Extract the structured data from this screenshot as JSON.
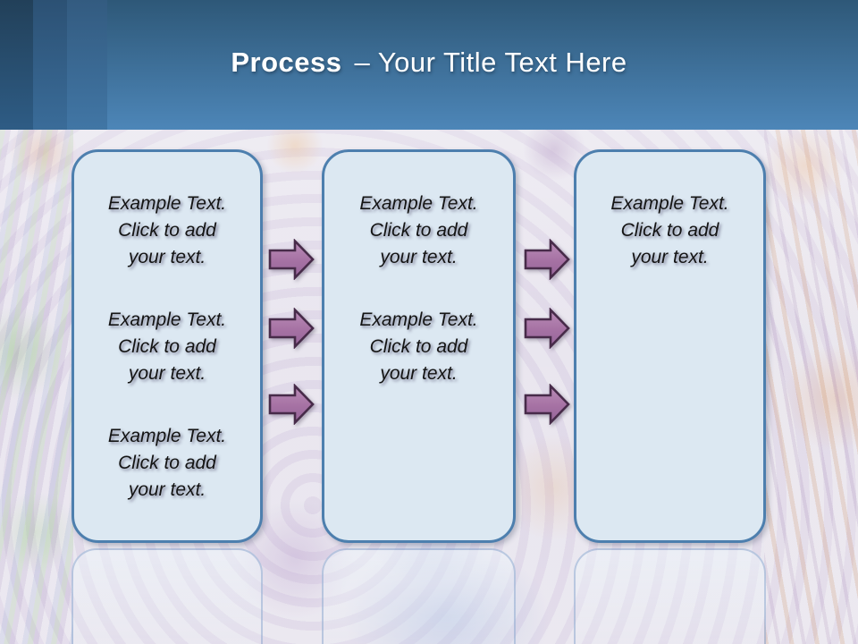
{
  "slide": {
    "title": {
      "keyword": "Process",
      "suffix": "– Your Title Text Here"
    },
    "columns": [
      {
        "name": "step-1",
        "blocks": [
          "Example Text.\nClick  to add\nyour text.",
          "Example Text.\nClick  to add\nyour text.",
          "Example Text.\nClick  to add\nyour text."
        ]
      },
      {
        "name": "step-2",
        "blocks": [
          "Example Text.\nClick  to add\nyour text.",
          "Example Text.\nClick  to add\nyour text."
        ]
      },
      {
        "name": "step-3",
        "blocks": [
          "Example Text.\nClick  to add\nyour text."
        ]
      }
    ],
    "arrows": {
      "count": 6,
      "direction": "right"
    },
    "colors": {
      "header_top": "#2e5878",
      "header_bottom": "#4d86b8",
      "title_text": "#ffffff",
      "box_fill": "#dce8f2",
      "box_border": "#4d7fae",
      "arrow_fill": "#a571a3",
      "arrow_fill_light": "#bb8db8",
      "arrow_border": "#472b49",
      "background_base": "#e7e3ed"
    }
  }
}
